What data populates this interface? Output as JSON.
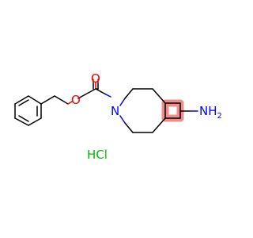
{
  "labels": {
    "carbonyl_oxygen": "O",
    "ester_oxygen": "O",
    "ring_nitrogen": "N",
    "amine_nh": "NH",
    "amine_h_count": "2",
    "salt": "HCl"
  },
  "colors": {
    "oxygen": "#ee0000",
    "nitrogen": "#0000ff",
    "chlorine_salt": "#00bb00",
    "highlight": "#f08080",
    "bond": "#000000"
  }
}
